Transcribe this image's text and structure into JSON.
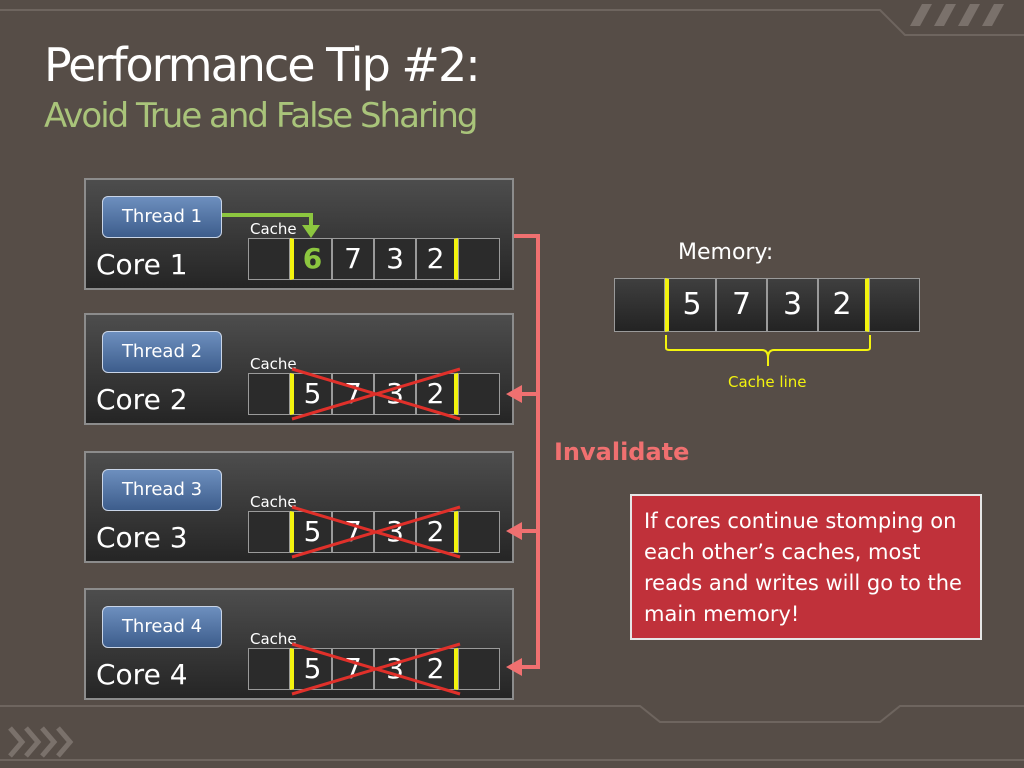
{
  "title": "Performance Tip #2:",
  "subtitle": "Avoid True and False Sharing",
  "cores": [
    {
      "core_label": "Core 1",
      "thread_label": "Thread 1",
      "cache_label": "Cache",
      "values": [
        "6",
        "7",
        "3",
        "2"
      ],
      "invalidated": false
    },
    {
      "core_label": "Core 2",
      "thread_label": "Thread 2",
      "cache_label": "Cache",
      "values": [
        "5",
        "7",
        "3",
        "2"
      ],
      "invalidated": true
    },
    {
      "core_label": "Core 3",
      "thread_label": "Thread 3",
      "cache_label": "Cache",
      "values": [
        "5",
        "7",
        "3",
        "2"
      ],
      "invalidated": true
    },
    {
      "core_label": "Core 4",
      "thread_label": "Thread 4",
      "cache_label": "Cache",
      "values": [
        "5",
        "7",
        "3",
        "2"
      ],
      "invalidated": true
    }
  ],
  "memory": {
    "label": "Memory:",
    "values": [
      "5",
      "7",
      "3",
      "2"
    ],
    "cache_line_caption": "Cache line"
  },
  "invalidate_label": "Invalidate",
  "note": "If cores continue stomping on each other’s caches, most reads and writes will go to the main memory!",
  "colors": {
    "background": "#564d47",
    "subtitle": "#a9c47a",
    "cache_line_border": "#f3f30e",
    "invalidate": "#f07070",
    "write_arrow": "#8cc63f",
    "note_box": "#c0313a",
    "thread_button": "#4f70a0"
  }
}
